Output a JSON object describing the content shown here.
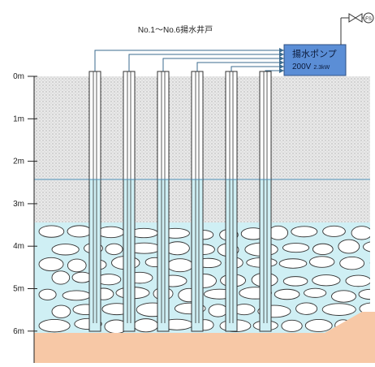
{
  "title": "No.1～No.6揚水井戸",
  "pump": {
    "label": "揚水ポンプ",
    "spec": "200V",
    "power": "2.3kW"
  },
  "fs_label": "FS",
  "depth_labels": [
    "0m",
    "1m",
    "2m",
    "3m",
    "4m",
    "5m",
    "6m"
  ],
  "well_count": 6,
  "colors": {
    "line": "#3b6b8f",
    "pump_fill": "#5b8ed6",
    "water": "#cfeff4",
    "soil_dots": "#aaaaaa",
    "ground": "#f7c8a6",
    "water_table": "#4a90b8"
  }
}
